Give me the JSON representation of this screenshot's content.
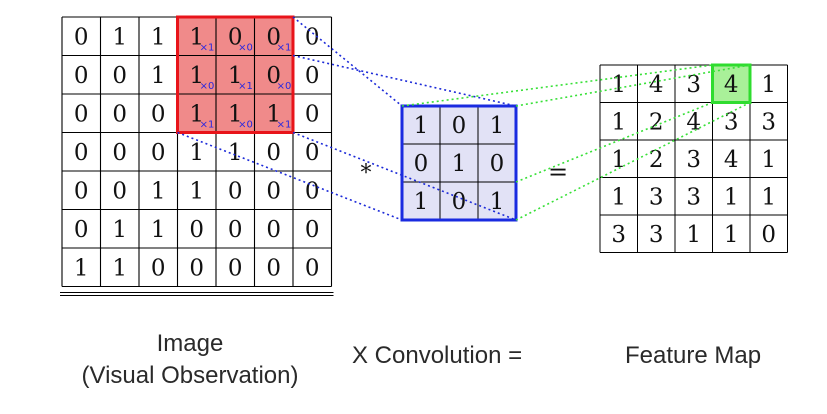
{
  "image_matrix": [
    [
      0,
      1,
      1,
      1,
      0,
      0,
      0
    ],
    [
      0,
      0,
      1,
      1,
      1,
      0,
      0
    ],
    [
      0,
      0,
      0,
      1,
      1,
      1,
      0
    ],
    [
      0,
      0,
      0,
      1,
      1,
      0,
      0
    ],
    [
      0,
      0,
      1,
      1,
      0,
      0,
      0
    ],
    [
      0,
      1,
      1,
      0,
      0,
      0,
      0
    ],
    [
      1,
      1,
      0,
      0,
      0,
      0,
      0
    ]
  ],
  "highlight_window": {
    "row": 0,
    "col": 3,
    "size": 3
  },
  "window_weight_subscripts": [
    [
      "×1",
      "×0",
      "×1"
    ],
    [
      "×0",
      "×1",
      "×0"
    ],
    [
      "×1",
      "×0",
      "×1"
    ]
  ],
  "kernel": [
    [
      1,
      0,
      1
    ],
    [
      0,
      1,
      0
    ],
    [
      1,
      0,
      1
    ]
  ],
  "feature_map": [
    [
      1,
      4,
      3,
      4,
      1
    ],
    [
      1,
      2,
      4,
      3,
      3
    ],
    [
      1,
      2,
      3,
      4,
      1
    ],
    [
      1,
      3,
      3,
      1,
      1
    ],
    [
      3,
      3,
      1,
      1,
      0
    ]
  ],
  "feature_highlight": {
    "row": 0,
    "col": 3
  },
  "operator_star": "*",
  "operator_equals": "=",
  "labels": {
    "image_line1": "Image",
    "image_line2": "(Visual Observation)",
    "convolution": "X Convolution =",
    "feature_map": "Feature Map"
  },
  "colors": {
    "window_fill": "#f08a8a",
    "window_border": "#e8141a",
    "kernel_fill": "#e2e2f6",
    "kernel_border": "#1a2be0",
    "feature_fill": "#a9f099",
    "feature_border": "#2fdc2f",
    "blue_dots": "#1c2ad8",
    "green_dots": "#38e038",
    "subscript": "#2727e0"
  }
}
